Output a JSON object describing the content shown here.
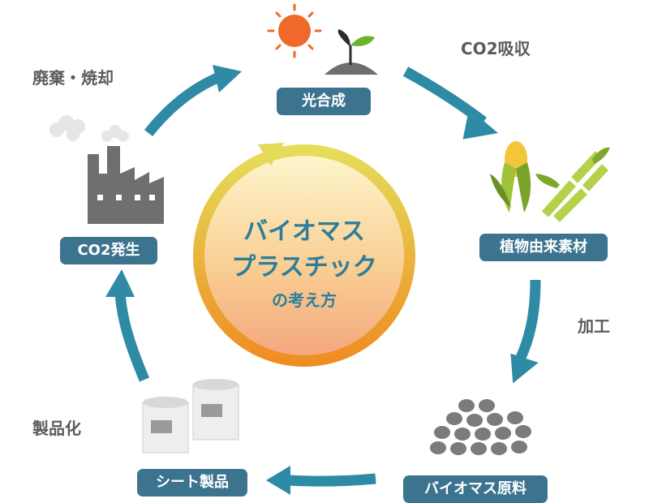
{
  "center": {
    "line1": "バイオマス",
    "line2": "プラスチック",
    "line3": "の考え方"
  },
  "steps": [
    {
      "id": "photosynthesis",
      "label": "光合成",
      "icon": "sun-and-sprout"
    },
    {
      "id": "plant",
      "label": "植物由来素材",
      "icon": "corn-and-sugarcane"
    },
    {
      "id": "raw",
      "label": "バイオマス原料",
      "icon": "pellets"
    },
    {
      "id": "sheet",
      "label": "シート製品",
      "icon": "sheet-rolls"
    },
    {
      "id": "co2",
      "label": "CO2発生",
      "icon": "factory"
    }
  ],
  "edge_labels": {
    "co2_absorb": "CO2吸収",
    "processing": "加工",
    "productize": "製品化",
    "disposal": "廃棄・焼却"
  },
  "colors": {
    "arrow": "#2e8aa5",
    "label_bg": "#3c7490",
    "center_text": "#2e7d9a",
    "ring_top": "#e3d24a",
    "ring_bottom": "#ef8f1f",
    "fill_top": "#fdf3c0",
    "fill_bottom": "#f2a77a",
    "sun": "#ef6a2a",
    "gray": "#6f6f6f"
  }
}
